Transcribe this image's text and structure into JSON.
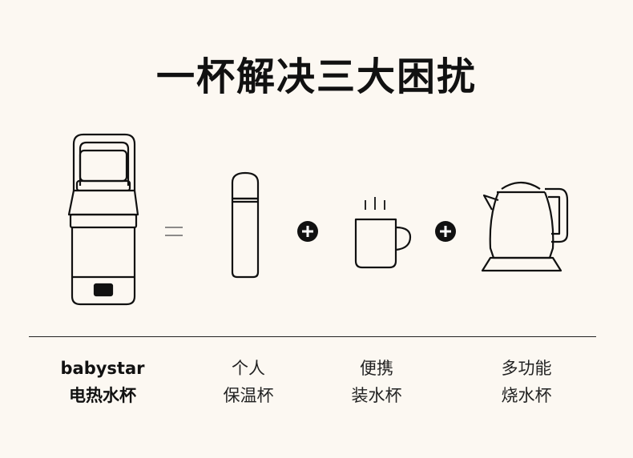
{
  "title": "一杯解决三大困扰",
  "symbols": {
    "equals": "=",
    "plus": "+"
  },
  "items": [
    {
      "line1": "babystar",
      "line2": "电热水杯"
    },
    {
      "line1": "个人",
      "line2": "保温杯"
    },
    {
      "line1": "便携",
      "line2": "装水杯"
    },
    {
      "line1": "多功能",
      "line2": "烧水杯"
    }
  ]
}
